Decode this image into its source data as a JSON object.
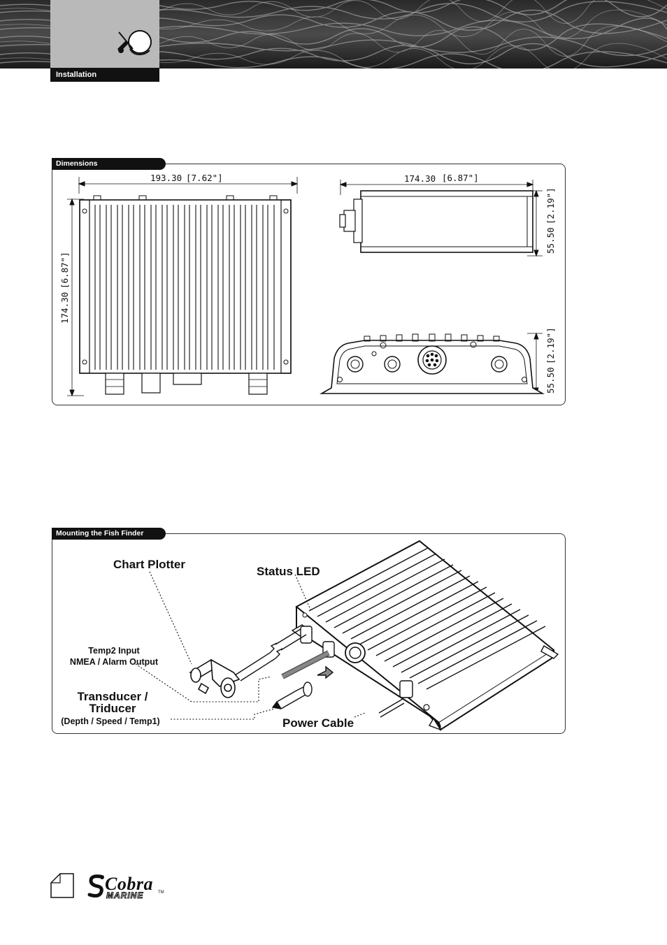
{
  "header": {
    "section_label": "Installation",
    "section_icon": "screwdriver-magnifier-icon",
    "tab_color": "#b9b9b9"
  },
  "dimensions_panel": {
    "title": "Dimensions",
    "top_view": {
      "width_mm": "193.30",
      "width_in": "[7.62\"]",
      "height_mm": "174.30",
      "height_in": "[6.87\"]"
    },
    "side_view": {
      "length_mm": "174.30",
      "length_in": "[6.87\"]",
      "height_mm": "55.50",
      "height_in": "[2.19\"]"
    },
    "end_view": {
      "height_mm": "55.50",
      "height_in": "[2.19\"]"
    }
  },
  "mounting_panel": {
    "title": "Mounting the Fish Finder",
    "labels": {
      "chart_plotter": "Chart Plotter",
      "status_led": "Status LED",
      "temp2_line1": "Temp2 Input",
      "temp2_line2": "NMEA / Alarm Output",
      "transducer_line1": "Transducer /",
      "transducer_line2": "Triducer",
      "transducer_line3": "(Depth / Speed / Temp1)",
      "power_cable": "Power Cable"
    }
  },
  "footer": {
    "page_number": "",
    "brand_name": "Cobra",
    "brand_sub": "MARINE",
    "trademark": "TM"
  }
}
